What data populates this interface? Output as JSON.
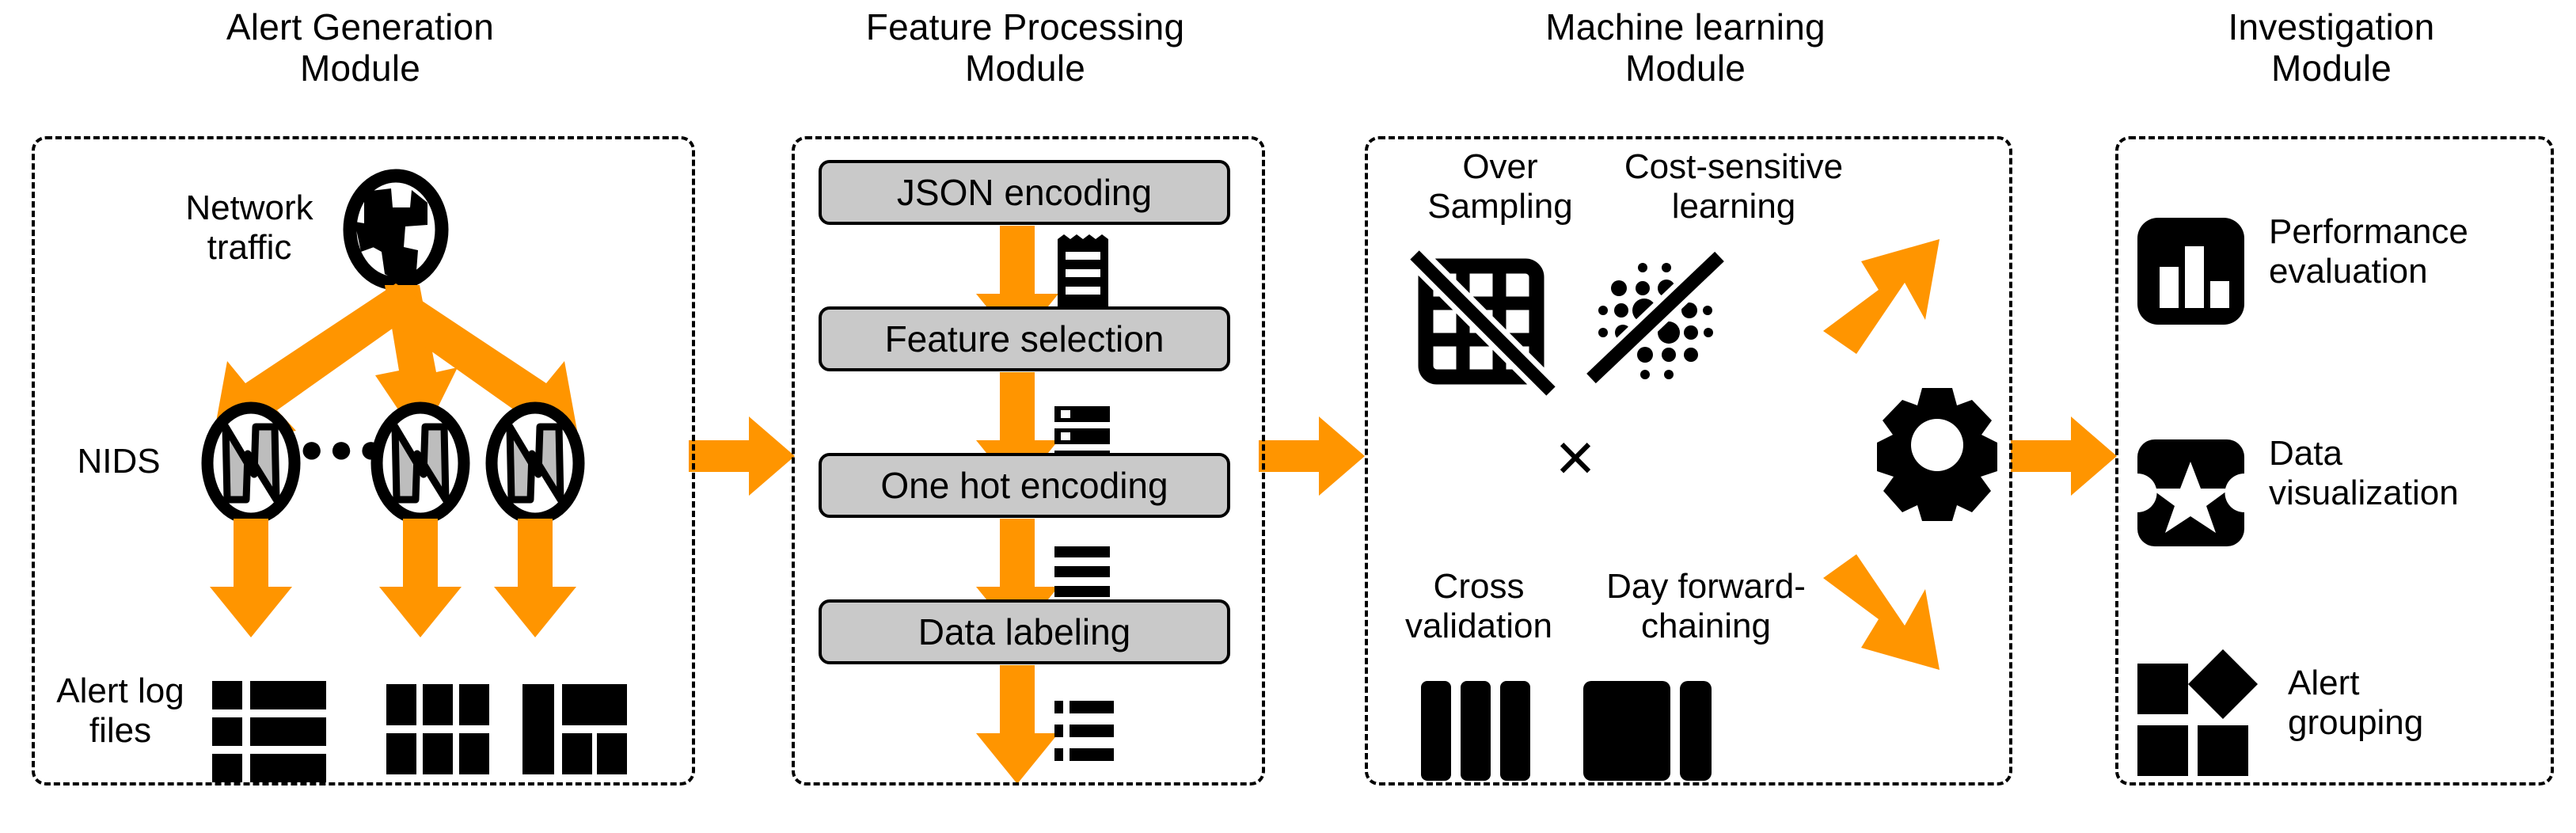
{
  "colors": {
    "accent": "#FF9500",
    "box_fill": "#C9C9C9",
    "stroke": "#000000"
  },
  "modules": [
    {
      "id": "alert-generation",
      "title": "Alert Generation\nModule",
      "labels": {
        "network_traffic": "Network\ntraffic",
        "nids": "NIDS",
        "ellipsis": "●●●",
        "alert_log_files": "Alert log\nfiles"
      },
      "icons": [
        "globe-icon",
        "nids-sensor-icon",
        "nids-sensor-icon",
        "nids-sensor-icon",
        "alert-log-grid-icon",
        "alert-log-grid-icon",
        "alert-log-grid-icon"
      ]
    },
    {
      "id": "feature-processing",
      "title": "Feature Processing\nModule",
      "steps": [
        {
          "label": "JSON encoding",
          "icon": "receipt-icon"
        },
        {
          "label": "Feature selection",
          "icon": "server-stack-icon"
        },
        {
          "label": "One hot encoding",
          "icon": "lines-list-icon"
        },
        {
          "label": "Data labeling",
          "icon": "bullet-list-icon"
        }
      ]
    },
    {
      "id": "machine-learning",
      "title": "Machine learning\nModule",
      "items": [
        {
          "label": "Over\nSampling",
          "icon": "grid-slashed-icon"
        },
        {
          "label": "Cost-sensitive\nlearning",
          "icon": "scatter-slashed-icon"
        },
        {
          "label": "Cross\nvalidation",
          "icon": "three-bars-icon"
        },
        {
          "label": "Day forward-\nchaining",
          "icon": "two-blocks-icon"
        }
      ],
      "operator": "×",
      "output_icon": "gear-icon"
    },
    {
      "id": "investigation",
      "title": "Investigation\nModule",
      "items": [
        {
          "label": "Performance\nevaluation",
          "icon": "bar-chart-icon"
        },
        {
          "label": "Data\nvisualization",
          "icon": "ticket-star-icon"
        },
        {
          "label": "Alert\ngrouping",
          "icon": "shapes-group-icon"
        }
      ]
    }
  ],
  "connectors": [
    {
      "name": "alert-to-feature",
      "icon": "arrow-right-icon"
    },
    {
      "name": "feature-to-ml",
      "icon": "arrow-right-icon"
    },
    {
      "name": "ml-to-investigation",
      "icon": "arrow-right-icon"
    }
  ]
}
